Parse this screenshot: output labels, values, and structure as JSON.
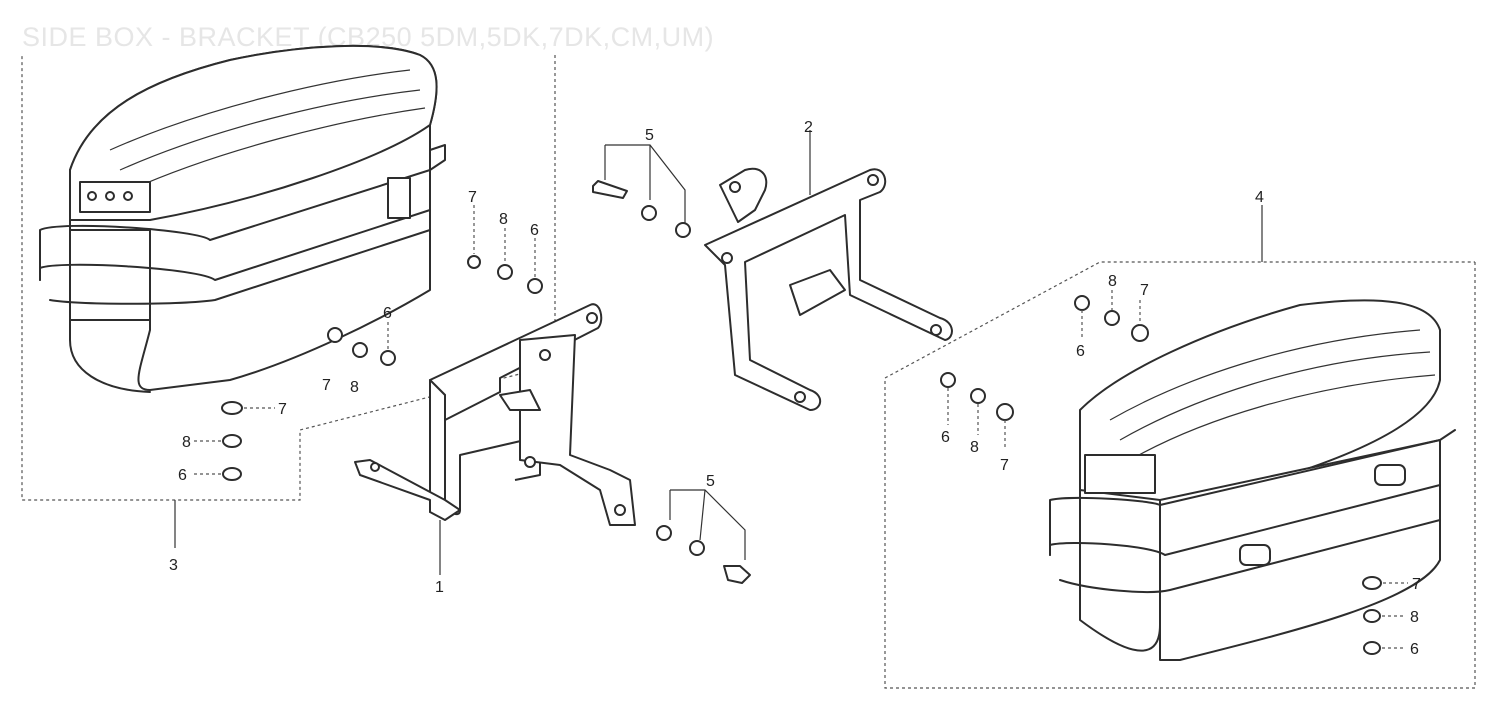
{
  "title": "SIDE BOX - BRACKET (CB250 5DM,5DK,7DK,CM,UM)",
  "callouts": {
    "part_1": "1",
    "part_2": "2",
    "part_3": "3",
    "part_4": "4",
    "part_5": "5",
    "part_6": "6",
    "part_7": "7",
    "part_8": "8"
  }
}
